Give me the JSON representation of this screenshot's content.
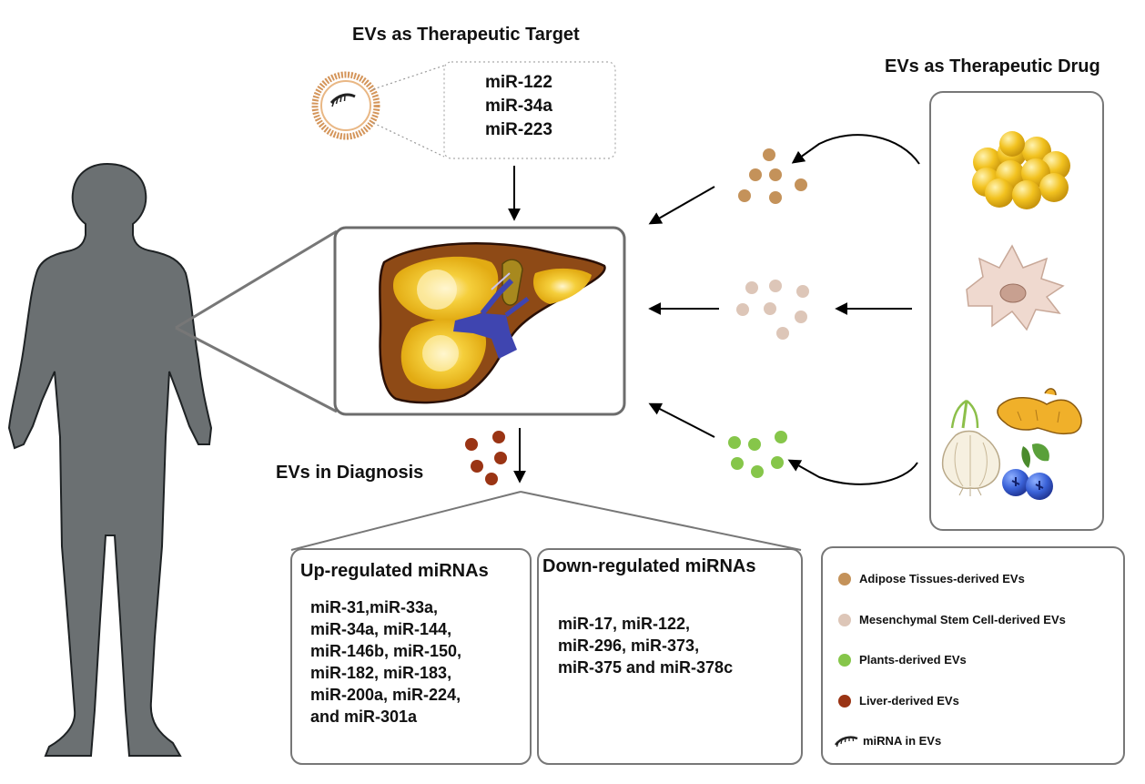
{
  "titles": {
    "target": "EVs as Therapeutic Target",
    "drug": "EVs as Therapeutic Drug",
    "diagnosis": "EVs in Diagnosis"
  },
  "target_mirnas": [
    "miR-122",
    "miR-34a",
    "miR-223"
  ],
  "up_regulated": {
    "heading": "Up-regulated miRNAs",
    "lines": [
      "miR-31,miR-33a,",
      "miR-34a, miR-144,",
      "miR-146b, miR-150,",
      "miR-182, miR-183,",
      "miR-200a, miR-224,",
      "and miR-301a"
    ]
  },
  "down_regulated": {
    "heading": "Down-regulated miRNAs",
    "lines": [
      "miR-17, miR-122,",
      "miR-296, miR-373,",
      "miR-375 and miR-378c"
    ]
  },
  "legend": [
    {
      "label": "Adipose Tissues-derived EVs",
      "color": "#c4925a",
      "icon": "adipose-ev-dot"
    },
    {
      "label": "Mesenchymal Stem Cell-derived EVs",
      "color": "#ddc6b8",
      "icon": "msc-ev-dot"
    },
    {
      "label": "Plants-derived EVs",
      "color": "#86c64a",
      "icon": "plant-ev-dot"
    },
    {
      "label": "Liver-derived EVs",
      "color": "#9a3414",
      "icon": "liver-ev-dot"
    },
    {
      "label": "miRNA in EVs",
      "color": "#222222",
      "icon": "mirna-icon"
    }
  ],
  "colors": {
    "silhouette": "#6b7072",
    "liver": "#8e4a16",
    "fat": "#f1c12a",
    "vessel": "#3f45b0",
    "panel_border": "#777777"
  }
}
